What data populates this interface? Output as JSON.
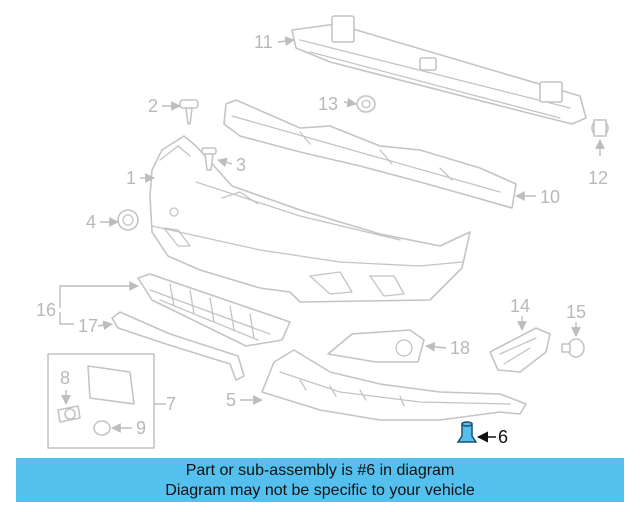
{
  "callouts": {
    "c1": "1",
    "c2": "2",
    "c3": "3",
    "c4": "4",
    "c5": "5",
    "c6": "6",
    "c7": "7",
    "c8": "8",
    "c9": "9",
    "c10": "10",
    "c11": "11",
    "c12": "12",
    "c13": "13",
    "c14": "14",
    "c15": "15",
    "c16": "16",
    "c17": "17",
    "c18": "18"
  },
  "highlighted_part": "6",
  "colors": {
    "highlight": "#55c0ee",
    "line_art": "#c4c4c4",
    "text": "#111111"
  },
  "banner": {
    "line1": "Part or sub-assembly is #6 in diagram",
    "line2": "Diagram may not be specific to your vehicle"
  }
}
